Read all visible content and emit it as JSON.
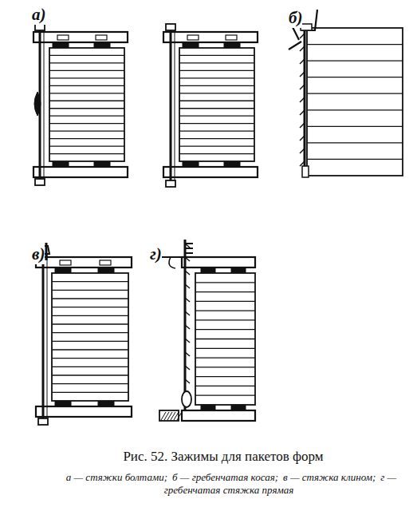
{
  "diagram": {
    "caption": "Рис. 52. Зажимы для пакетов форм",
    "labels": [
      "а)",
      "б)",
      "в)",
      "г)",
      "а — стяжки болтами;",
      "б — гребенчатая косая;",
      "в — стяжка клином;",
      "г — гребенчатая стяжка прямая"
    ]
  }
}
